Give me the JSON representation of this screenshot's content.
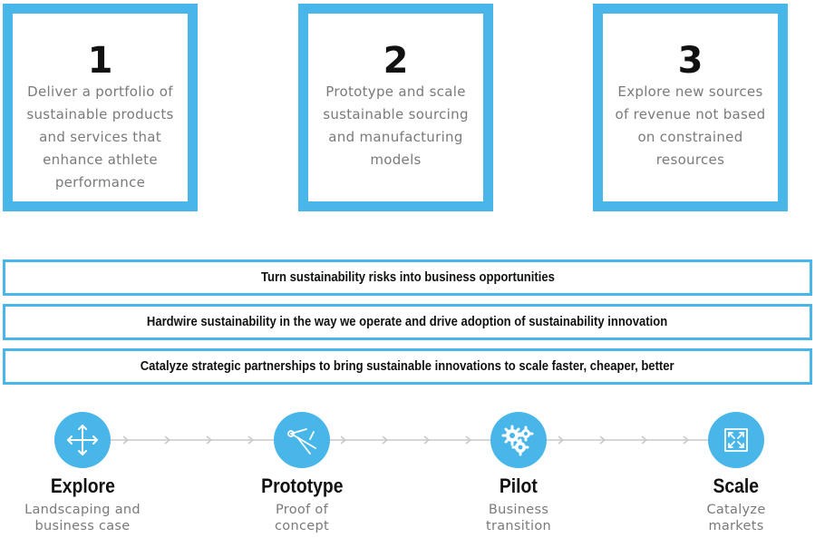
{
  "goals": [
    {
      "number": "1",
      "text": "Deliver a portfolio of sustainable products and services that enhance athlete performance"
    },
    {
      "number": "2",
      "text": "Prototype and scale sustainable sourcing and manufacturing models"
    },
    {
      "number": "3",
      "text": "Explore new sources of revenue not based on constrained resources"
    }
  ],
  "banners": [
    "Turn sustainability risks into business opportunities",
    "Hardwire sustainability in the way we operate and drive adoption of sustainability innovation",
    "Catalyze strategic partnerships to bring sustainable innovations to scale faster, cheaper, better"
  ],
  "steps": [
    {
      "title": "Explore",
      "subtitle_line1": "Landscaping and",
      "subtitle_line2": "business case",
      "icon": "four-way-arrows-icon"
    },
    {
      "title": "Prototype",
      "subtitle_line1": "Proof of",
      "subtitle_line2": "concept",
      "icon": "compass-tool-icon"
    },
    {
      "title": "Pilot",
      "subtitle_line1": "Business",
      "subtitle_line2": "transition",
      "icon": "gears-icon"
    },
    {
      "title": "Scale",
      "subtitle_line1": "Catalyze",
      "subtitle_line2": "markets",
      "icon": "expand-arrows-icon"
    }
  ],
  "colors": {
    "accent": "#48b6e9",
    "text": "#111111",
    "muted": "#7a7a7a",
    "connector": "#c8c8c8"
  }
}
